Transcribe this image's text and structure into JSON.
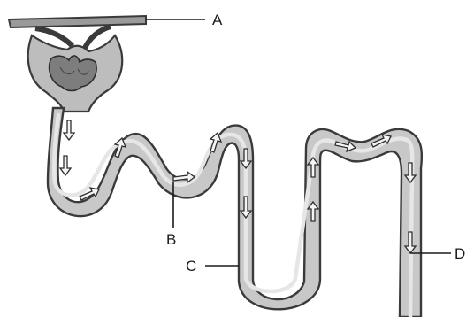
{
  "colors": {
    "tubule_fill": "#c8c8c8",
    "tubule_outline": "#3a3a3a",
    "lumen": "#e6e6e6",
    "glomerulus": "#7d7d7d",
    "capsule_fill": "#bdbdbd",
    "ink": "#1a1a1a"
  },
  "labels": {
    "a": "A",
    "b": "B",
    "c": "C",
    "d": "D"
  }
}
